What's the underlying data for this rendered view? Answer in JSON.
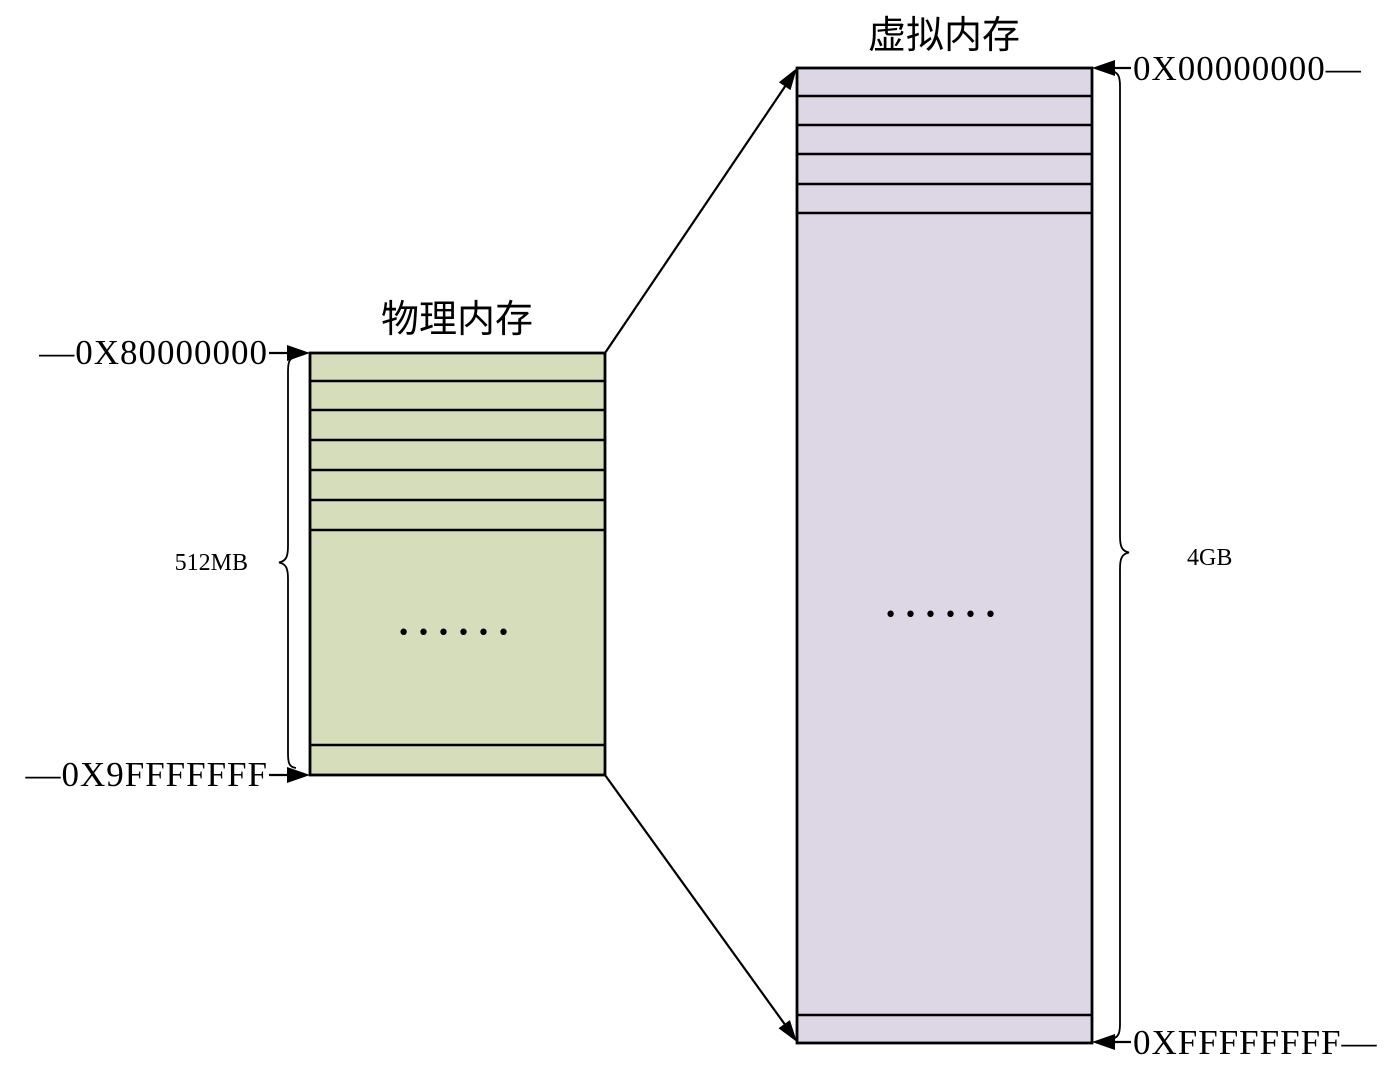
{
  "diagram": {
    "background_color": "#ffffff",
    "line_color": "#000000",
    "physical_memory": {
      "title": "物理内存",
      "top_address": "—0X80000000",
      "bottom_address": "—0X9FFFFFFF",
      "size_label": "512MB",
      "ellipsis": "••••••",
      "fill_color": "#d6ddbb",
      "page_rows": 6
    },
    "virtual_memory": {
      "title": "虚拟内存",
      "top_address": "0X00000000—",
      "bottom_address": "0XFFFFFFFF—",
      "size_label": "4GB",
      "ellipsis": "••••••",
      "fill_color": "#ddd6e4",
      "page_rows": 5
    }
  }
}
